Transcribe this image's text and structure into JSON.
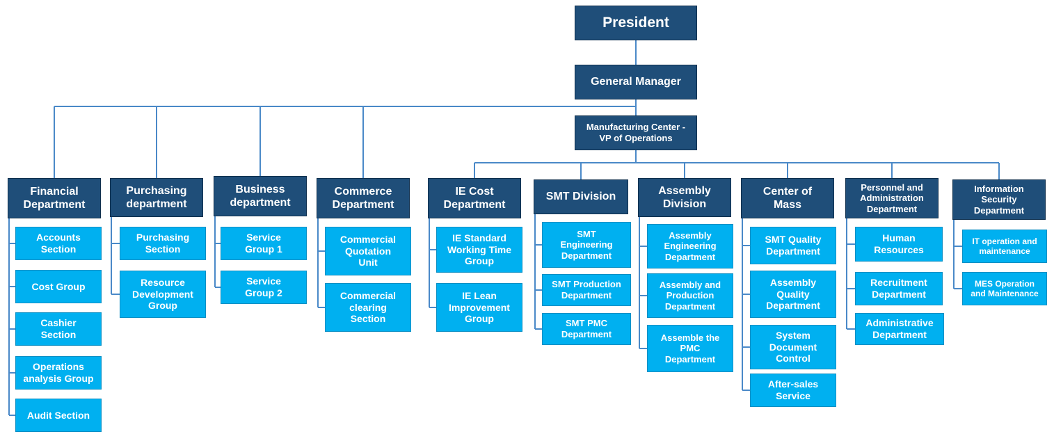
{
  "colors": {
    "dark": "#1f4e79",
    "light": "#00b0f0",
    "line": "#4a89c8"
  },
  "nodes": {
    "president": "President",
    "gm": "General Manager",
    "mfg": "Manufacturing Center -\nVP of Operations",
    "fin": "Financial\nDepartment",
    "fin_1": "Accounts\nSection",
    "fin_2": "Cost Group",
    "fin_3": "Cashier\nSection",
    "fin_4": "Operations\nanalysis Group",
    "fin_5": "Audit Section",
    "pur": "Purchasing\ndepartment",
    "pur_1": "Purchasing\nSection",
    "pur_2": "Resource\nDevelopment\nGroup",
    "bus": "Business\ndepartment",
    "bus_1": "Service\nGroup 1",
    "bus_2": "Service\nGroup 2",
    "com": "Commerce\nDepartment",
    "com_1": "Commercial\nQuotation\nUnit",
    "com_2": "Commercial\nclearing\nSection",
    "ie": "IE Cost\nDepartment",
    "ie_1": "IE Standard\nWorking Time\nGroup",
    "ie_2": "IE Lean\nImprovement\nGroup",
    "smt": "SMT Division",
    "smt_1": "SMT\nEngineering\nDepartment",
    "smt_2": "SMT Production\nDepartment",
    "smt_3": "SMT PMC\nDepartment",
    "asm": "Assembly\nDivision",
    "asm_1": "Assembly\nEngineering\nDepartment",
    "asm_2": "Assembly and\nProduction\nDepartment",
    "asm_3": "Assemble the\nPMC\nDepartment",
    "com2": "Center of\nMass",
    "com2_1": "SMT Quality\nDepartment",
    "com2_2": "Assembly\nQuality\nDepartment",
    "com2_3": "System\nDocument\nControl",
    "com2_4": "After-sales\nService",
    "per": "Personnel and\nAdministration\nDepartment",
    "per_1": "Human\nResources",
    "per_2": "Recruitment\nDepartment",
    "per_3": "Administrative\nDepartment",
    "info": "Information\nSecurity\nDepartment",
    "info_1": "IT operation and\nmaintenance",
    "info_2": "MES Operation\nand Maintenance"
  }
}
